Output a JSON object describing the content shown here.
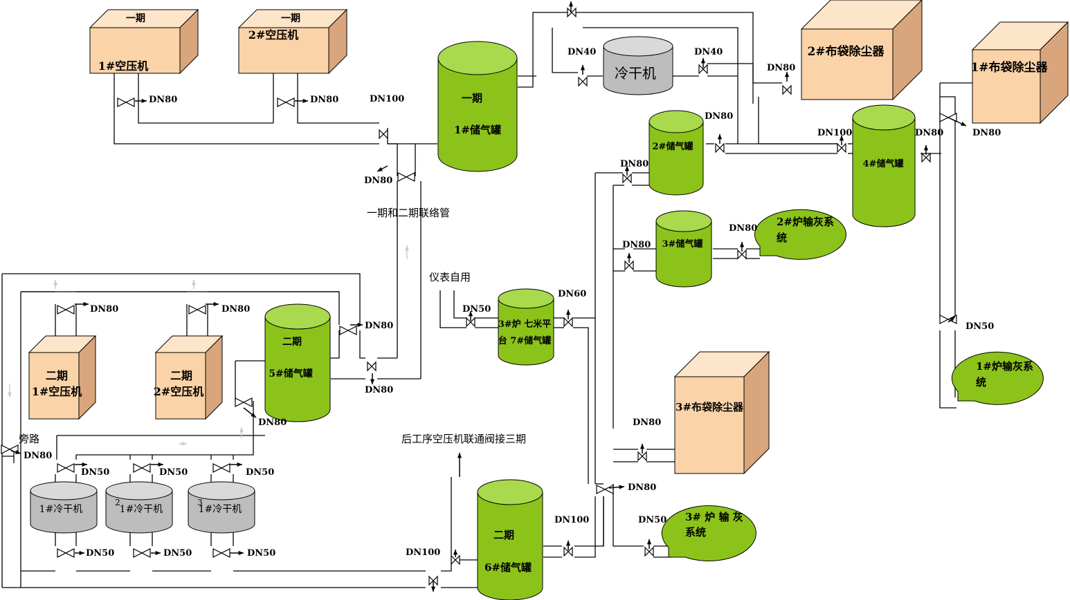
{
  "colors": {
    "box_front": "#FBD3A8",
    "box_top": "#FDE5C9",
    "box_side": "#D8A57C",
    "tank_green": "#8CC31B",
    "tank_top": "#A9D94C",
    "dryer_gray": "#BDBDBD",
    "dryer_top": "#D9D9D9",
    "line": "#000000"
  },
  "equipment": {
    "comp_p1_1": [
      "一期",
      "1#空压机"
    ],
    "comp_p1_2": [
      "一期",
      "2#空压机"
    ],
    "comp_p2_1": [
      "二期",
      "1#空压机"
    ],
    "comp_p2_2": [
      "二期",
      "2#空压机"
    ],
    "filter_2": [
      "2#布袋除尘器"
    ],
    "filter_1": [
      "1#布袋除尘器"
    ],
    "filter_3": [
      "3#布袋除尘器"
    ],
    "tank_1": [
      "一期",
      "1#储气罐"
    ],
    "tank_2": [
      "2#储气罐"
    ],
    "tank_3": [
      "3#储气罐"
    ],
    "tank_4": [
      "4#储气罐"
    ],
    "tank_5": [
      "二期",
      "5#储气罐"
    ],
    "tank_6": [
      "二期",
      "6#储气罐"
    ],
    "tank_7": [
      "3#炉 七米平",
      "台 7#储气罐"
    ],
    "dryer_main": "冷干机",
    "dryer_1": "1#冷干机",
    "dryer_2": "1#冷干机",
    "dryer_3": "1#冷干机",
    "dryer_2_num": "2",
    "dryer_3_num": "3",
    "ash_2": [
      "2#炉输灰系",
      "统"
    ],
    "ash_1": [
      "1#炉输灰系",
      "统"
    ],
    "ash_3": [
      "3# 炉 输 灰",
      "系统"
    ]
  },
  "labels": {
    "tie_pipe": "一期和二期联络管",
    "instrument": "仪表自用",
    "bypass": "旁路",
    "phase3": "后工序空压机联通阀接三期"
  },
  "dn": {
    "c1": "DN80",
    "c2": "DN80",
    "main": "DN100",
    "tie": "DN80",
    "dry_in": "DN40",
    "dry_out": "DN40",
    "f2": "DN80",
    "t2": "DN80",
    "t4_in": "DN100",
    "t4_out": "DN80",
    "f1": "DN80",
    "t2_in": "DN80",
    "t3_in": "DN80",
    "ash2": "DN80",
    "t7_in": "DN50",
    "t7_out": "DN60",
    "down": "DN50",
    "f3": "DN80",
    "p2c1": "DN80",
    "p2c2": "DN80",
    "t5_top": "DN80",
    "t5_bot": "DN80",
    "t5_in": "DN80",
    "bypass": "DN80",
    "d1_in": "DN50",
    "d2_in": "DN50",
    "d3_in": "DN50",
    "d1_out": "DN50",
    "d2_out": "DN50",
    "d3_out": "DN50",
    "t6_in": "DN100",
    "t6_out": "DN100",
    "ash3": "DN50",
    "j1": "DN80"
  }
}
